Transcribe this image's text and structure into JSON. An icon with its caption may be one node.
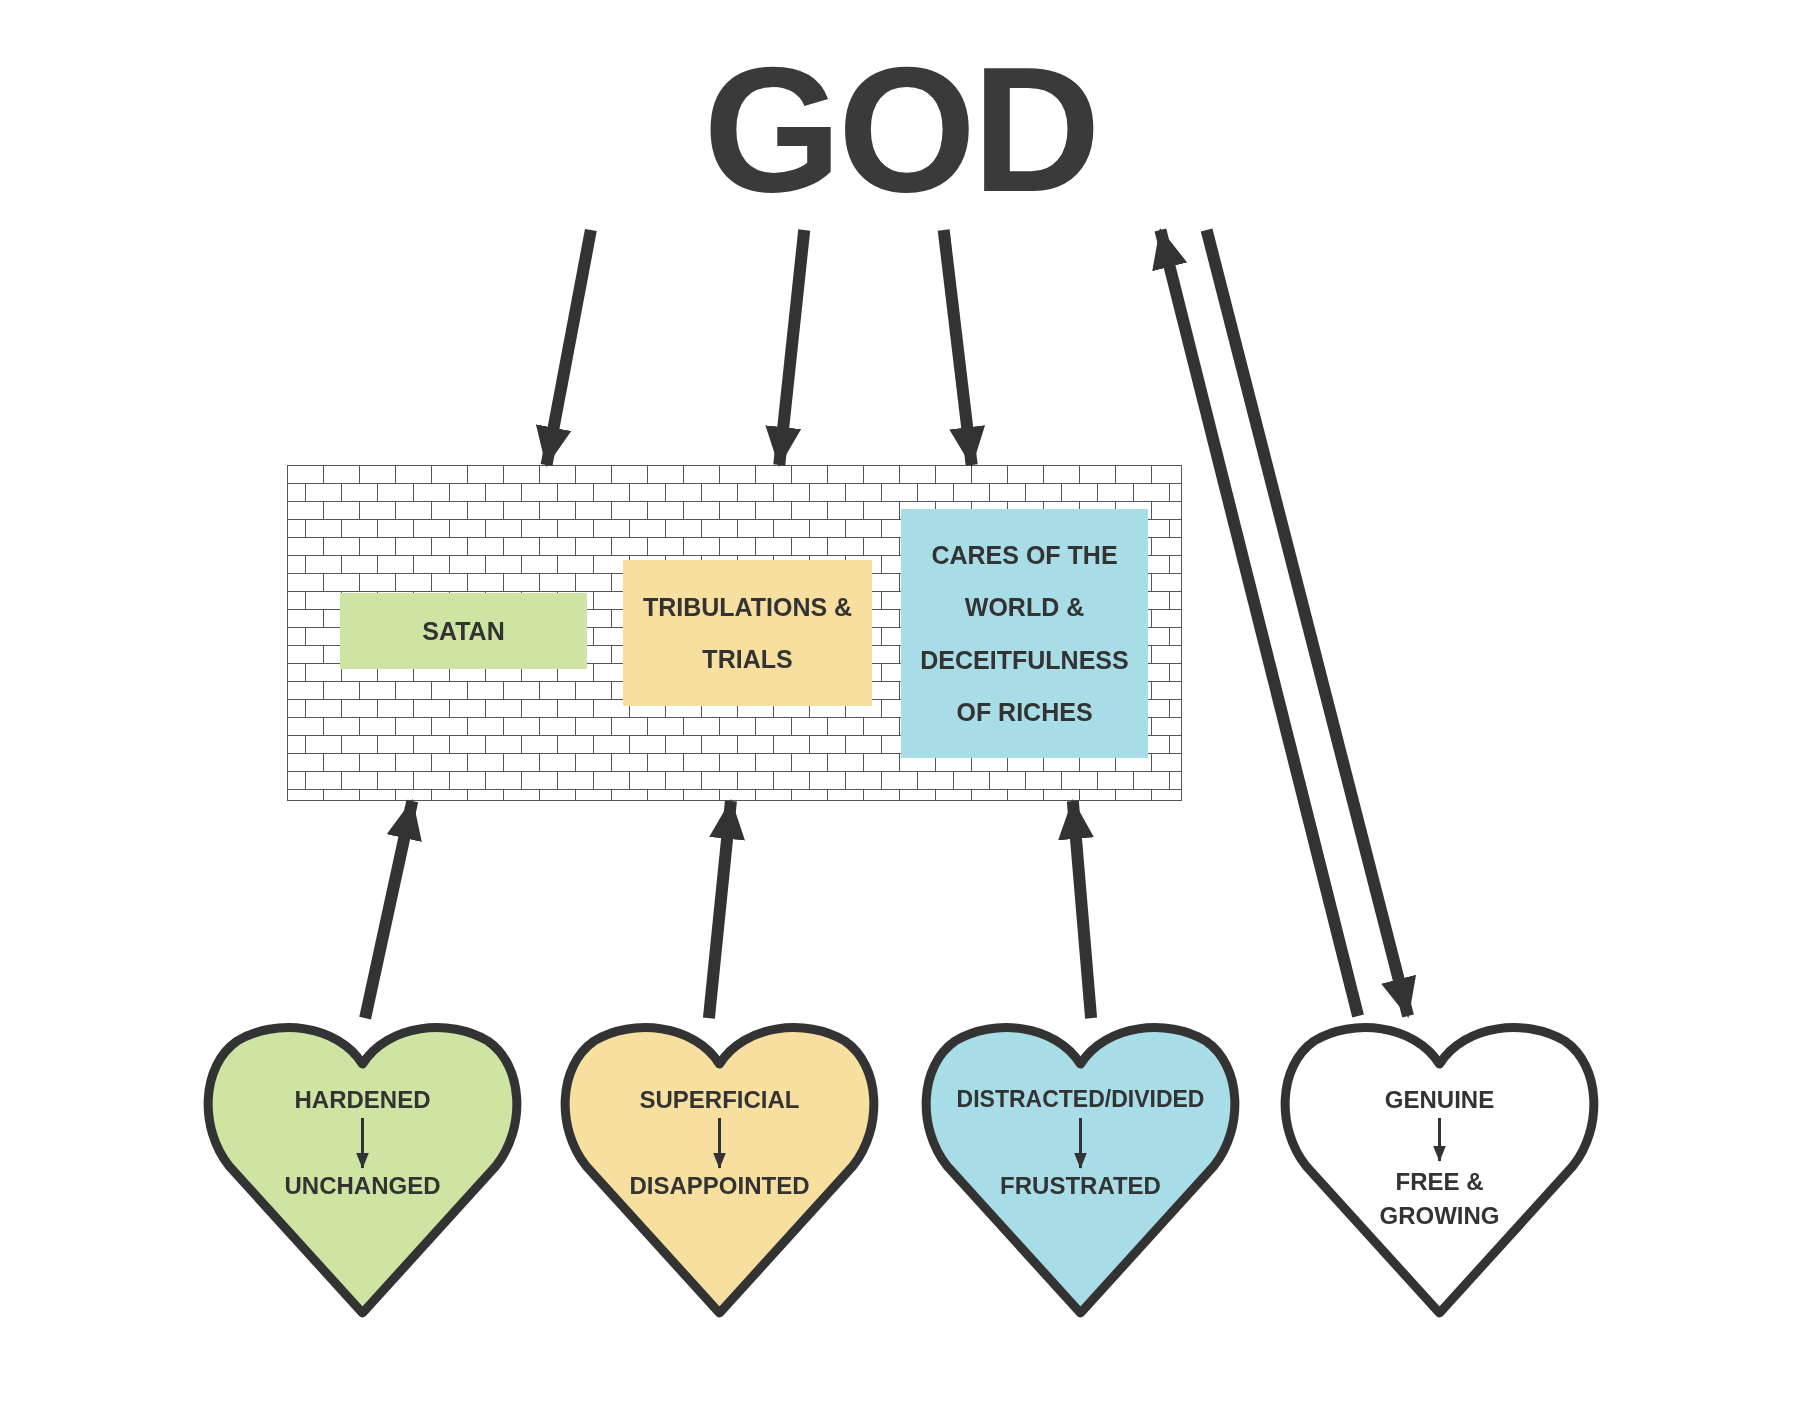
{
  "diagram": {
    "nodes": [
      {
        "text": [
          "GOD"
        ]
      },
      {
        "text": [],
        "shape": "wall"
      },
      {
        "text": [
          "SATAN"
        ],
        "in": 1
      },
      {
        "text": [
          "TRIBULATIONS & TRIALS"
        ],
        "in": 1
      },
      {
        "text": [
          "CARES OF THE WORLD & DECEITFULNESS OF RICHES"
        ],
        "in": 1
      },
      {
        "text": [],
        "shape": "heart"
      },
      {
        "text": [
          "HARDENED"
        ],
        "in": 5
      },
      {
        "text": [
          "UNCHANGED"
        ],
        "in": 5
      },
      {
        "text": [],
        "shape": "heart"
      },
      {
        "text": [
          "SUPERFICIAL"
        ],
        "in": 8
      },
      {
        "text": [
          "DISAPPOINTED"
        ],
        "in": 8
      },
      {
        "text": [],
        "shape": "heart"
      },
      {
        "text": [
          "DISTRACTED/DIVIDED"
        ],
        "in": 11
      },
      {
        "text": [
          "FRUSTRATED"
        ],
        "in": 11
      },
      {
        "text": [],
        "shape": "heart"
      },
      {
        "text": [
          "GENUINE"
        ],
        "in": 14
      },
      {
        "text": [
          "FREE & GROWING"
        ],
        "in": 14
      }
    ],
    "edges": [
      {
        "from": 0,
        "to": 1,
        "arrow": "to"
      },
      {
        "from": 0,
        "to": 1,
        "arrow": "to"
      },
      {
        "from": 0,
        "to": 1,
        "arrow": "to"
      },
      {
        "from": 5,
        "to": 1,
        "arrow": "to"
      },
      {
        "from": 8,
        "to": 1,
        "arrow": "to"
      },
      {
        "from": 11,
        "to": 1,
        "arrow": "to"
      },
      {
        "from": 14,
        "to": 0,
        "arrow": "to"
      },
      {
        "from": 0,
        "to": 14,
        "arrow": "to"
      },
      {
        "from": 6,
        "to": 7,
        "arrow": "to"
      },
      {
        "from": 9,
        "to": 10,
        "arrow": "to"
      },
      {
        "from": 12,
        "to": 13,
        "arrow": "to"
      },
      {
        "from": 15,
        "to": 16,
        "arrow": "to"
      }
    ]
  }
}
